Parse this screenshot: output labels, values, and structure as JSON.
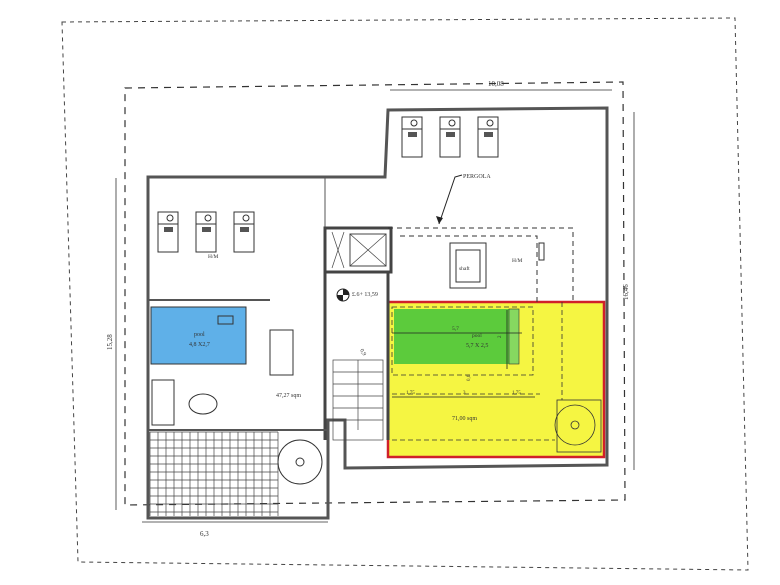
{
  "dimensions": {
    "top": "10,08",
    "right": "16,46",
    "left": "15,28",
    "bottom": "6,3"
  },
  "labels": {
    "pergola": "PERGOLA",
    "hm_left": "H/M",
    "hm_right": "H/M",
    "shaft": "shaft",
    "pool_left_name": "pool",
    "pool_left_size": "4,8 X2,7",
    "area_left": "47,27 sqm",
    "level": "£.6+ 13,59",
    "door_width": "0,9",
    "pool_right_name": "pool",
    "pool_right_size": "5,7 X 2,5",
    "pool_right_length": "5,7",
    "pool_right_width": "2",
    "gap": "0,6",
    "seg1": "1,75",
    "seg2": "3",
    "seg3": "1,75",
    "area_right": "71,00 sqm"
  },
  "colors": {
    "pool_left": "#5fb0e8",
    "pool_right": "#5ccb3c",
    "terrace": "#f5f542",
    "terrace_border": "#d0202a",
    "wall": "#555555"
  }
}
